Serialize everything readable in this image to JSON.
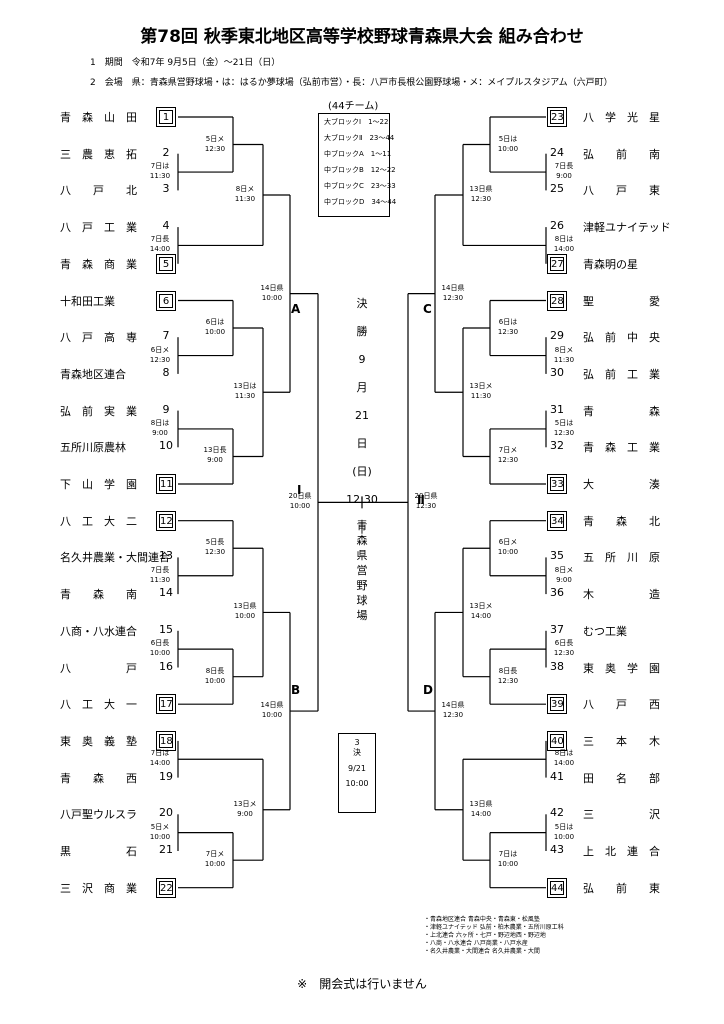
{
  "title": "第78回 秋季東北地区高等学校野球青森県大会 組み合わせ",
  "info": {
    "period": "1　期間　令和7年 9月5日（金）〜21日（日）",
    "venue": "2　会場　県：青森県営野球場・は：はるか夢球場（弘前市営）・長：八戸市長根公園野球場・メ：メイプルスタジアム（六戸町）"
  },
  "teams_count": "(44チーム)",
  "blocks": [
    "大ブロックⅠ　1〜22",
    "大ブロックⅡ　23〜44",
    "中ブロックA　1〜11",
    "中ブロックB　12〜22",
    "中ブロックC　23〜33",
    "中ブロックD　34〜44"
  ],
  "final": {
    "chars": [
      "決",
      "勝",
      "9",
      "月",
      "21",
      "日",
      "(日)",
      "12:30",
      "|",
      "青",
      "森",
      "県",
      "営",
      "野",
      "球",
      "場"
    ]
  },
  "third_place": [
    "3",
    "決",
    "9/21",
    "10:00"
  ],
  "block_labels": {
    "A": "A",
    "B": "B",
    "C": "C",
    "D": "D",
    "I": "Ⅰ",
    "II": "Ⅱ"
  },
  "left_teams": [
    {
      "num": "1",
      "name": "青　森　山　田",
      "seed": true
    },
    {
      "num": "2",
      "name": "三　農　恵　拓",
      "seed": false
    },
    {
      "num": "3",
      "name": "八　　戸　　北",
      "seed": false
    },
    {
      "num": "4",
      "name": "八　戸　工　業",
      "seed": false
    },
    {
      "num": "5",
      "name": "青　森　商　業",
      "seed": true
    },
    {
      "num": "6",
      "name": "十和田工業",
      "seed": true
    },
    {
      "num": "7",
      "name": "八　戸　高　専",
      "seed": false
    },
    {
      "num": "8",
      "name": "青森地区連合",
      "seed": false
    },
    {
      "num": "9",
      "name": "弘　前　実　業",
      "seed": false
    },
    {
      "num": "10",
      "name": "五所川原農林",
      "seed": false
    },
    {
      "num": "11",
      "name": "下　山　学　園",
      "seed": true
    },
    {
      "num": "12",
      "name": "八　工　大　二",
      "seed": true
    },
    {
      "num": "13",
      "name": "名久井農業・大間連合",
      "seed": false
    },
    {
      "num": "14",
      "name": "青　　森　　南",
      "seed": false
    },
    {
      "num": "15",
      "name": "八商・八水連合",
      "seed": false
    },
    {
      "num": "16",
      "name": "八　　　　　戸",
      "seed": false
    },
    {
      "num": "17",
      "name": "八　工　大　一",
      "seed": true
    },
    {
      "num": "18",
      "name": "東　奥　義　塾",
      "seed": true
    },
    {
      "num": "19",
      "name": "青　　森　　西",
      "seed": false
    },
    {
      "num": "20",
      "name": "八戸聖ウルスラ",
      "seed": false
    },
    {
      "num": "21",
      "name": "黒　　　　　石",
      "seed": false
    },
    {
      "num": "22",
      "name": "三　沢　商　業",
      "seed": true
    }
  ],
  "right_teams": [
    {
      "num": "23",
      "name": "八　学　光　星",
      "seed": true
    },
    {
      "num": "24",
      "name": "弘　　前　　南",
      "seed": false
    },
    {
      "num": "25",
      "name": "八　　戸　　東",
      "seed": false
    },
    {
      "num": "26",
      "name": "津軽ユナイテッド",
      "seed": false
    },
    {
      "num": "27",
      "name": "青森明の星",
      "seed": true
    },
    {
      "num": "28",
      "name": "聖　　　　　愛",
      "seed": true
    },
    {
      "num": "29",
      "name": "弘　前　中　央",
      "seed": false
    },
    {
      "num": "30",
      "name": "弘　前　工　業",
      "seed": false
    },
    {
      "num": "31",
      "name": "青　　　　　森",
      "seed": false
    },
    {
      "num": "32",
      "name": "青　森　工　業",
      "seed": false
    },
    {
      "num": "33",
      "name": "大　　　　　湊",
      "seed": true
    },
    {
      "num": "34",
      "name": "青　　森　　北",
      "seed": true
    },
    {
      "num": "35",
      "name": "五　所　川　原",
      "seed": false
    },
    {
      "num": "36",
      "name": "木　　　　　造",
      "seed": false
    },
    {
      "num": "37",
      "name": "むつ工業",
      "seed": false
    },
    {
      "num": "38",
      "name": "東　奥　学　園",
      "seed": false
    },
    {
      "num": "39",
      "name": "八　　戸　　西",
      "seed": true
    },
    {
      "num": "40",
      "name": "三　　本　　木",
      "seed": true
    },
    {
      "num": "41",
      "name": "田　　名　　部",
      "seed": false
    },
    {
      "num": "42",
      "name": "三　　　　　沢",
      "seed": false
    },
    {
      "num": "43",
      "name": "上　北　連　合",
      "seed": false
    },
    {
      "num": "44",
      "name": "弘　　前　　東",
      "seed": true
    }
  ],
  "match_labels_left": [
    [
      "7日は",
      "11:30"
    ],
    [
      "5日メ",
      "12:30"
    ],
    [
      "7日長",
      "14:00"
    ],
    [
      "8日メ",
      "11:30"
    ],
    [
      "6日メ",
      "12:30"
    ],
    [
      "6日は",
      "10:00"
    ],
    [
      "8日は",
      "9:00"
    ],
    [
      "13日長",
      "9:00"
    ],
    [
      "13日は",
      "11:30"
    ],
    [
      "14日県",
      "10:00"
    ],
    [
      "7日長",
      "11:30"
    ],
    [
      "5日長",
      "12:30"
    ],
    [
      "6日長",
      "10:00"
    ],
    [
      "8日長",
      "10:00"
    ],
    [
      "13日県",
      "10:00"
    ],
    [
      "7日は",
      "14:00"
    ],
    [
      "5日メ",
      "10:00"
    ],
    [
      "7日メ",
      "10:00"
    ],
    [
      "13日メ",
      "9:00"
    ],
    [
      "14日県",
      "10:00"
    ],
    [
      "20日県",
      "10:00"
    ]
  ],
  "match_labels_right": [
    [
      "7日長",
      "9:00"
    ],
    [
      "5日は",
      "10:00"
    ],
    [
      "8日は",
      "14:00"
    ],
    [
      "13日県",
      "12:30"
    ],
    [
      "8日メ",
      "11:30"
    ],
    [
      "6日は",
      "12:30"
    ],
    [
      "5日は",
      "12:30"
    ],
    [
      "7日メ",
      "12:30"
    ],
    [
      "13日メ",
      "11:30"
    ],
    [
      "14日県",
      "12:30"
    ],
    [
      "8日メ",
      "9:00"
    ],
    [
      "6日メ",
      "10:00"
    ],
    [
      "6日長",
      "12:30"
    ],
    [
      "8日長",
      "12:30"
    ],
    [
      "13日メ",
      "14:00"
    ],
    [
      "8日は",
      "14:00"
    ],
    [
      "5日は",
      "10:00"
    ],
    [
      "7日は",
      "10:00"
    ],
    [
      "13日県",
      "14:00"
    ],
    [
      "14日県",
      "12:30"
    ],
    [
      "20日県",
      "12:30"
    ]
  ],
  "notes": [
    "・青森地区連合 青森中央・青森東・松風塾",
    "・津軽ユナイテッド 弘前・柏木農業・五所川原工科",
    "・上北連合 六ヶ所・七戸・野辺地西・野辺地",
    "・八商・八水連合 八戸商業・八戸水産",
    "・名久井農業・大間連合 名久井農業・大間"
  ],
  "footer": "※　開会式は行いません"
}
